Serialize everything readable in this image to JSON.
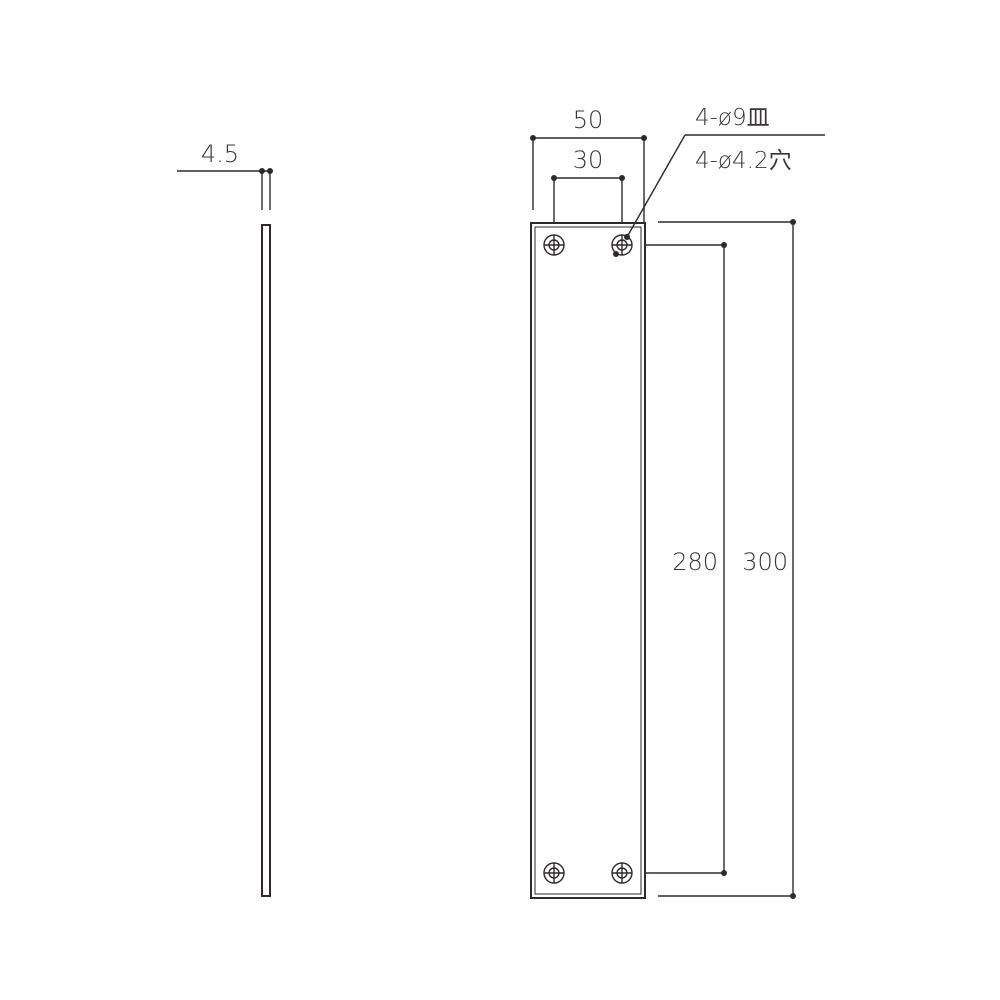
{
  "drawing": {
    "side_view": {
      "thickness_label": "4.5"
    },
    "front_view": {
      "width_label": "50",
      "hole_pitch_width_label": "30",
      "hole_pitch_height_label": "280",
      "height_label": "300",
      "hole_note_line1": "4-ø9皿",
      "hole_note_line2": "4-ø4.2穴"
    },
    "colors": {
      "line": "#2e2a2a",
      "text": "#3a3535",
      "background": "#ffffff"
    }
  }
}
